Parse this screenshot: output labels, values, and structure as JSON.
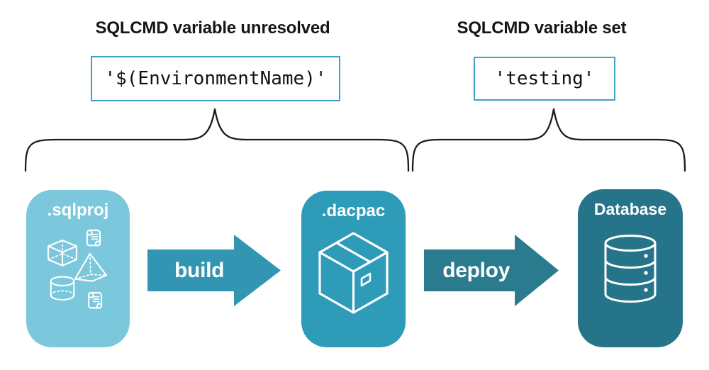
{
  "diagram": {
    "annotations": [
      {
        "title": "SQLCMD variable unresolved",
        "code": "'$(EnvironmentName)'"
      },
      {
        "title": "SQLCMD variable set",
        "code": "'testing'"
      }
    ],
    "stages": [
      {
        "label": ".sqlproj",
        "icon": "sql-objects-icon",
        "fill": "#7bc8dc"
      },
      {
        "label": ".dacpac",
        "icon": "package-icon",
        "fill": "#2e9bb8"
      },
      {
        "label": "Database",
        "icon": "database-icon",
        "fill": "#26748a"
      }
    ],
    "arrows": [
      {
        "label": "build",
        "fill": "#3295b2"
      },
      {
        "label": "deploy",
        "fill": "#2b7b8f"
      }
    ],
    "colors": {
      "background": "#ffffff",
      "code_box_border": "#41a3c4",
      "code_text": "#111111",
      "heading_text": "#161616",
      "brace_stroke": "#1c1c1c",
      "icon_stroke": "#ffffff"
    }
  }
}
